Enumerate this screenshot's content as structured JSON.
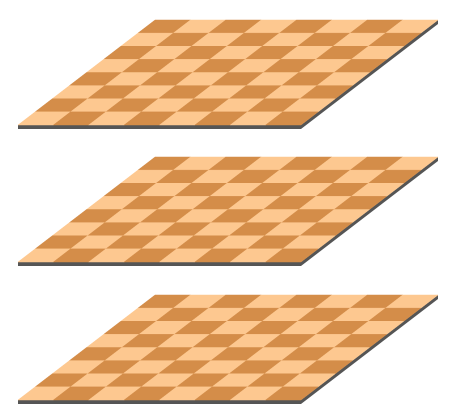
{
  "scene": {
    "boards": [
      {
        "name": "board-top",
        "rows": 8,
        "cols": 8,
        "first_square": "dark"
      },
      {
        "name": "board-middle",
        "rows": 8,
        "cols": 8,
        "first_square": "dark"
      },
      {
        "name": "board-bottom",
        "rows": 8,
        "cols": 8,
        "first_square": "dark"
      }
    ],
    "colors": {
      "light_square": "#fdc890",
      "dark_square": "#d48d49",
      "board_edge": "#555555",
      "background": "#ffffff"
    }
  }
}
